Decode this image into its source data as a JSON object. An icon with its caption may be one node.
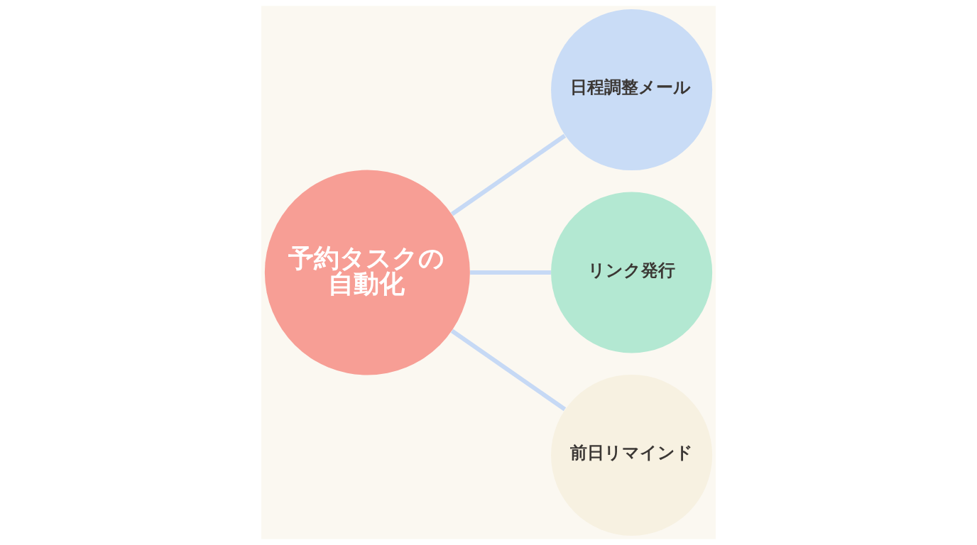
{
  "diagram": {
    "nodes": [
      {
        "text": [
          "日程調整メール"
        ]
      },
      {
        "text": [
          "リンク発行"
        ]
      },
      {
        "text": [
          "予約タスクの自動化"
        ]
      },
      {
        "text": [
          "前日リマインド"
        ]
      }
    ],
    "edges": [
      {
        "from": 2,
        "to": 0,
        "arrow": "none"
      },
      {
        "from": 2,
        "to": 1,
        "arrow": "none"
      },
      {
        "from": 2,
        "to": 3,
        "arrow": "none"
      }
    ]
  }
}
